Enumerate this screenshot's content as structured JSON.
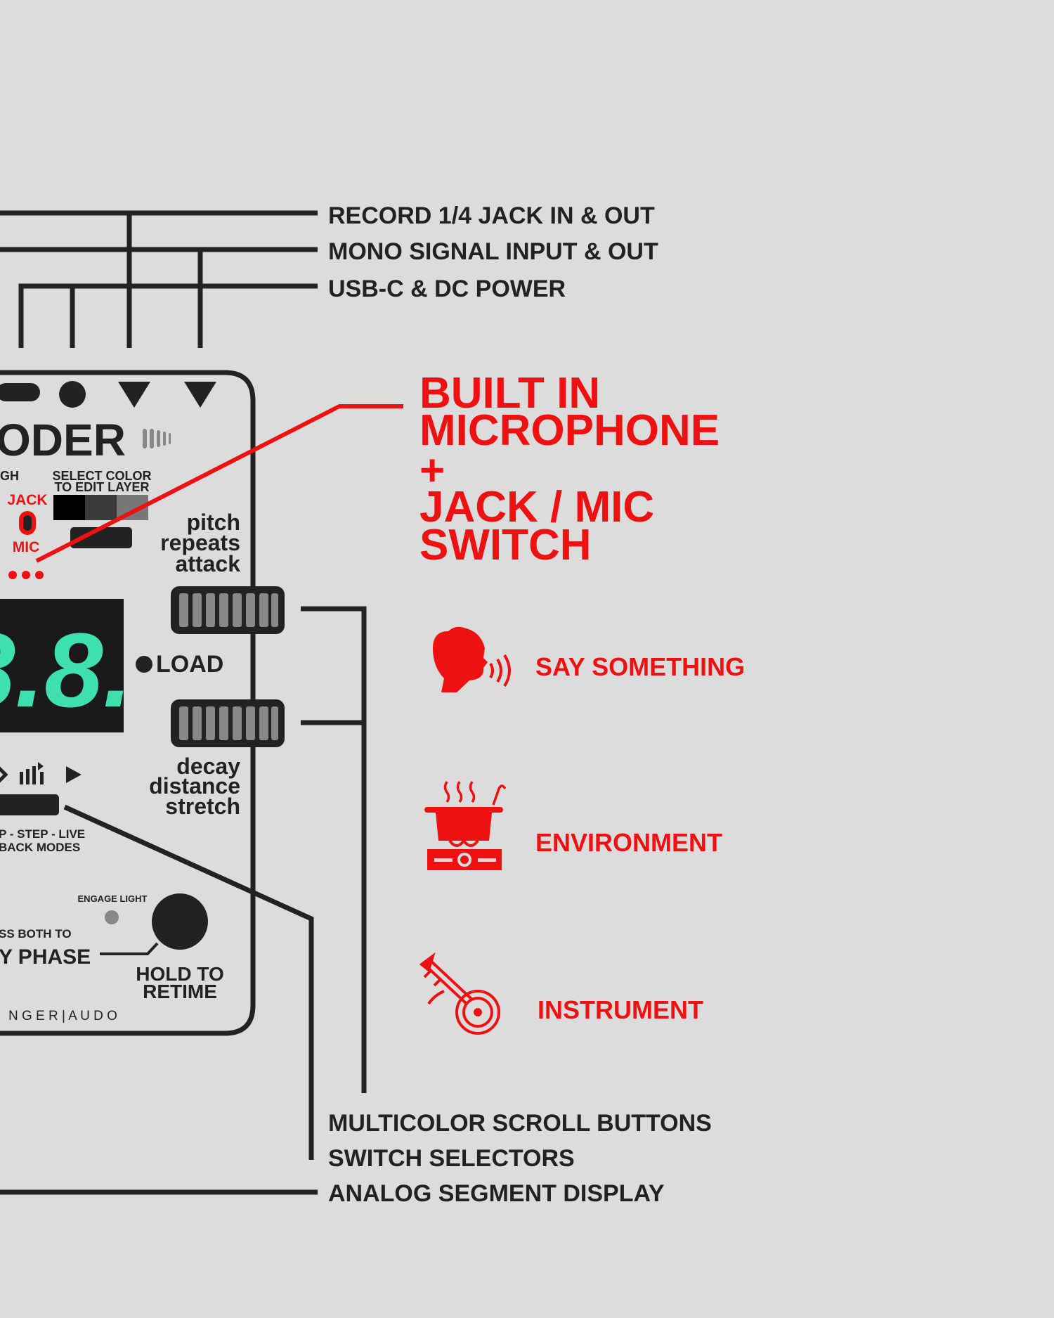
{
  "colors": {
    "background": "#dcdcdc",
    "ink": "#222222",
    "accent_red": "#ee1111",
    "display_green": "#3ee0b0",
    "display_bg": "#1a1a1a"
  },
  "callouts": {
    "record_jack": "RECORD 1/4 JACK IN & OUT",
    "mono_signal": "MONO SIGNAL INPUT & OUT",
    "usb_power": "USB-C & DC POWER",
    "multicolor_scroll": "MULTICOLOR SCROLL BUTTONS",
    "switch_selectors": "SWITCH SELECTORS",
    "segment_display": "ANALOG SEGMENT DISPLAY"
  },
  "microphone_feature": {
    "line1": "BUILT IN",
    "line2": "MICROPHONE",
    "plus": "+",
    "line3": "JACK / MIC",
    "line4": "SWITCH"
  },
  "sources": [
    {
      "label": "SAY SOMETHING",
      "icon": "speaking-head-icon"
    },
    {
      "label": "ENVIRONMENT",
      "icon": "cooking-pot-icon"
    },
    {
      "label": "INSTRUMENT",
      "icon": "banjo-icon"
    }
  ],
  "device": {
    "brand_fragment": "ODER",
    "left_fragment": "GH",
    "select_color_1": "SELECT COLOR",
    "select_color_2": "TO EDIT LAYER",
    "jack": "JACK",
    "mic": "MIC",
    "params_top": [
      "pitch",
      "repeats",
      "attack"
    ],
    "params_bottom": [
      "decay",
      "distance",
      "stretch"
    ],
    "load": "LOAD",
    "display_digits": "8.8.",
    "modes_1": "P - STEP - LIVE",
    "modes_2": "BACK MODES",
    "engage_light": "ENGAGE LIGHT",
    "press_both": "SS BOTH TO",
    "phase": "Y PHASE",
    "hold_1": "HOLD TO",
    "hold_2": "RETIME",
    "maker": "N G E R | A U D  O"
  }
}
